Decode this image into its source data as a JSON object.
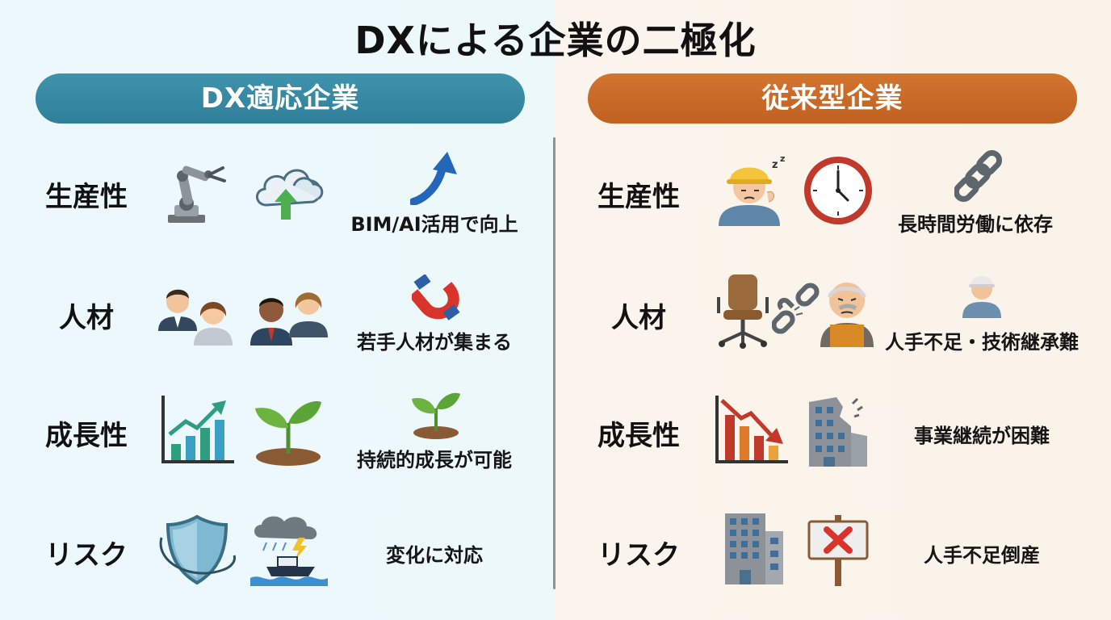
{
  "title": "DXによる企業の二極化",
  "colors": {
    "dx": "#3a8ca6",
    "traditional": "#cc6b28"
  },
  "dx": {
    "header": "DX適応企業",
    "rows": [
      {
        "label": "生産性",
        "caption": "BIM/AI活用で向上",
        "icons": [
          "robot-arm-icon",
          "cloud-upload-icon",
          "arrow-up-icon"
        ]
      },
      {
        "label": "人材",
        "caption": "若手人材が集まる",
        "icons": [
          "young-worker-pair-icon",
          "young-worker-pair-icon",
          "magnet-icon"
        ]
      },
      {
        "label": "成長性",
        "caption": "持続的成長が可能",
        "icons": [
          "growth-chart-icon",
          "sprout-icon",
          "sprout-icon"
        ]
      },
      {
        "label": "リスク",
        "caption": "変化に対応",
        "icons": [
          "shield-icon",
          "storm-ship-icon"
        ]
      }
    ]
  },
  "traditional": {
    "header": "従来型企業",
    "rows": [
      {
        "label": "生産性",
        "caption": "長時間労働に依存",
        "icons": [
          "tired-worker-icon",
          "clock-icon",
          "chain-icon"
        ]
      },
      {
        "label": "人材",
        "caption": "人手不足・技術継承難",
        "icons": [
          "empty-chair-icon",
          "broken-chain-icon",
          "elderly-worker-icon",
          "elderly-worker-icon"
        ]
      },
      {
        "label": "成長性",
        "caption": "事業継続が困難",
        "icons": [
          "decline-chart-icon",
          "crumbling-building-icon"
        ]
      },
      {
        "label": "リスク",
        "caption": "人手不足倒産",
        "icons": [
          "office-building-icon",
          "x-sign-icon"
        ]
      }
    ]
  }
}
